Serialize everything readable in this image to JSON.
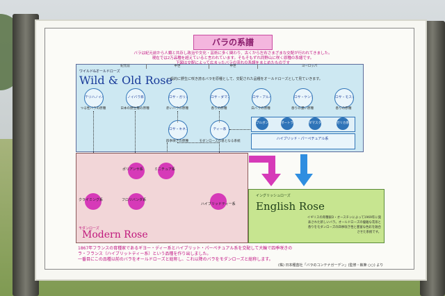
{
  "sign": {
    "title": "バラの系譜",
    "intro_lines": [
      "バラは紀元前から人類と共存し政治や文化・芸術に多く関わり、古くから左右さまざまな交配が行われてきました。",
      "現在では2万品種を超えていると言われています。そもそもずれ同野山に咲く原種の系譜です。",
      "下図は交配によって広まったバラの流れの系譜をまとめたものです"
    ],
    "eras": [
      "紀元前",
      "中世",
      "中世",
      "ヨーロッパ"
    ],
    "wild": {
      "small_label": "ワイルド&オールドローズ",
      "title": "Wild & Old Rose",
      "subtitle": "一般的に野生に咲き誇るバラを原種として、交配された品種をオールドローズとして見ていきます。",
      "nodes": [
        {
          "name": "テリハノイバラ",
          "caption": "つる性バラの原種"
        },
        {
          "name": "ノイバラ系",
          "caption": "日本の野生種の原種"
        },
        {
          "name": "ロサ・ガリカ",
          "caption": "赤いバラの原種"
        },
        {
          "name": "ロサ・ダマスケナ",
          "caption": "香りの原種"
        },
        {
          "name": "ロサ・アルバ",
          "caption": "白バラの原種"
        },
        {
          "name": "ロサ・ケンティフォリア",
          "caption": "香りの濃い原種"
        },
        {
          "name": "ロサ・モスカータ",
          "caption": "香りの原種"
        },
        {
          "name": "ロサ・キネンシス",
          "caption": "四季咲きの原種"
        },
        {
          "name": "ティー系",
          "caption": "モダンローズの基となる系統"
        }
      ],
      "hybrid_nodes": [
        "ブルボン",
        "ポートランド",
        "ダマスク系",
        "ガリカ系"
      ],
      "hybrid_label": "ハイブリッド・パーペチュアル系"
    },
    "modern": {
      "small_label": "モダンローズ",
      "title": "Modern Rose",
      "nodes": [
        "ポリアンサ系",
        "ミニチュア系",
        "クライミング系",
        "フロリバンダ系",
        "ハイブリッドティー系"
      ]
    },
    "english": {
      "small_label": "イングリッシュローズ",
      "title": "English Rose",
      "text": "イギリスの育種家D・オースチンによって1969年に発表された新しいバラ。オールドローズの優雅な花形と香りをモダンローズの四季咲き性と豊富な色彩を融合させた系統です。"
    },
    "footer_lines": [
      "1867年フランスの育種家であるギヨー・ディー系とハイブリット・パーペチュアル系を交配して大輪で四季咲きの",
      "ラ・フランス（ハイブリットティー系）という品種を作り出しました。",
      "一番目にこの品種以前のバラをオールドローズと総称し、これ以降のバラをモダンローズと総称します。"
    ],
    "credit": "(株) 日本種苗社「バラのコンテナガーデン」(監修・執筆 ○○) より"
  },
  "colors": {
    "wild_bg": "#cde8f2",
    "modern_bg": "#f2d6d8",
    "english_bg": "#c7e590",
    "modern_node": "#d63ab8",
    "arrow_pink": "#d63ab8",
    "arrow_blue": "#2f8ee0"
  }
}
